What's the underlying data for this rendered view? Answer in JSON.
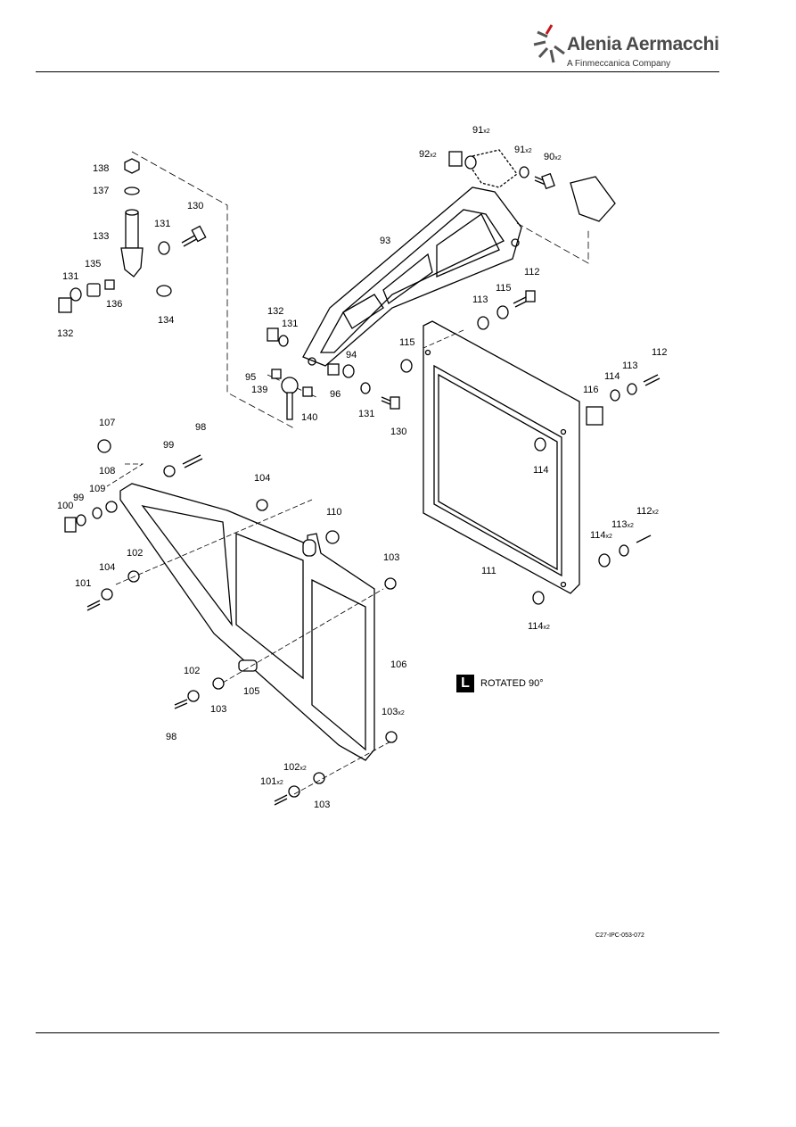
{
  "header": {
    "company": "Alenia Aermacchi",
    "subtitle": "A Finmeccanica Company"
  },
  "view_label": {
    "letter": "L",
    "text": "ROTATED 90°"
  },
  "figure_ref": "C27-IPC-053-072",
  "callouts": [
    {
      "n": "138"
    },
    {
      "n": "137"
    },
    {
      "n": "133"
    },
    {
      "n": "131"
    },
    {
      "n": "130"
    },
    {
      "n": "135"
    },
    {
      "n": "131"
    },
    {
      "n": "136"
    },
    {
      "n": "134"
    },
    {
      "n": "132"
    },
    {
      "n": "91",
      "q": "x2"
    },
    {
      "n": "92",
      "q": "x2"
    },
    {
      "n": "91",
      "q": "x2"
    },
    {
      "n": "90",
      "q": "x2"
    },
    {
      "n": "93"
    },
    {
      "n": "112"
    },
    {
      "n": "113"
    },
    {
      "n": "115"
    },
    {
      "n": "115"
    },
    {
      "n": "132"
    },
    {
      "n": "131"
    },
    {
      "n": "94"
    },
    {
      "n": "95"
    },
    {
      "n": "139"
    },
    {
      "n": "96"
    },
    {
      "n": "140"
    },
    {
      "n": "131"
    },
    {
      "n": "130"
    },
    {
      "n": "112"
    },
    {
      "n": "113"
    },
    {
      "n": "114"
    },
    {
      "n": "116"
    },
    {
      "n": "114"
    },
    {
      "n": "107"
    },
    {
      "n": "98"
    },
    {
      "n": "99"
    },
    {
      "n": "108"
    },
    {
      "n": "109"
    },
    {
      "n": "99"
    },
    {
      "n": "100"
    },
    {
      "n": "104"
    },
    {
      "n": "110"
    },
    {
      "n": "102"
    },
    {
      "n": "104"
    },
    {
      "n": "101"
    },
    {
      "n": "103"
    },
    {
      "n": "111"
    },
    {
      "n": "112",
      "q": "x2"
    },
    {
      "n": "113",
      "q": "x2"
    },
    {
      "n": "114",
      "q": "x2"
    },
    {
      "n": "114",
      "q": "x2"
    },
    {
      "n": "106"
    },
    {
      "n": "102"
    },
    {
      "n": "103"
    },
    {
      "n": "105"
    },
    {
      "n": "98"
    },
    {
      "n": "103",
      "q": "x2"
    },
    {
      "n": "102",
      "q": "x2"
    },
    {
      "n": "101",
      "q": "x2"
    },
    {
      "n": "103"
    }
  ]
}
